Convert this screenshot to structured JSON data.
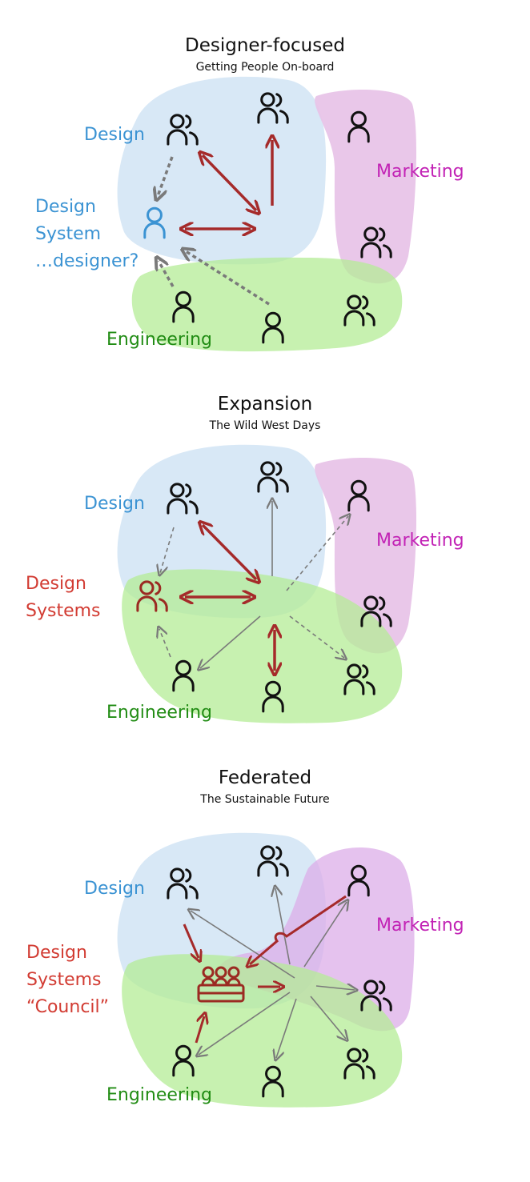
{
  "colors": {
    "design": "#3b93d3",
    "marketing": "#c223b5",
    "engineering": "#218c14",
    "design_systems": "#d23b32",
    "arrow_red": "#a52a2a",
    "arrow_gray": "#7a7a7a",
    "blob_design": "#d6e7f5",
    "blob_marketing": "#e8c4e8",
    "blob_engineering": "#c3efaa"
  },
  "panels": [
    {
      "title": "Designer-focused",
      "subtitle": "Getting People On-board",
      "labels": {
        "design": "Design",
        "marketing": "Marketing",
        "engineering": "Engineering",
        "center": [
          "Design",
          "System",
          "…designer?"
        ]
      }
    },
    {
      "title": "Expansion",
      "subtitle": "The Wild West Days",
      "labels": {
        "design": "Design",
        "marketing": "Marketing",
        "engineering": "Engineering",
        "center": [
          "Design",
          "Systems"
        ]
      }
    },
    {
      "title": "Federated",
      "subtitle": "The Sustainable Future",
      "labels": {
        "design": "Design",
        "marketing": "Marketing",
        "engineering": "Engineering",
        "center": [
          "Design",
          "Systems",
          "“Council”"
        ]
      }
    }
  ]
}
